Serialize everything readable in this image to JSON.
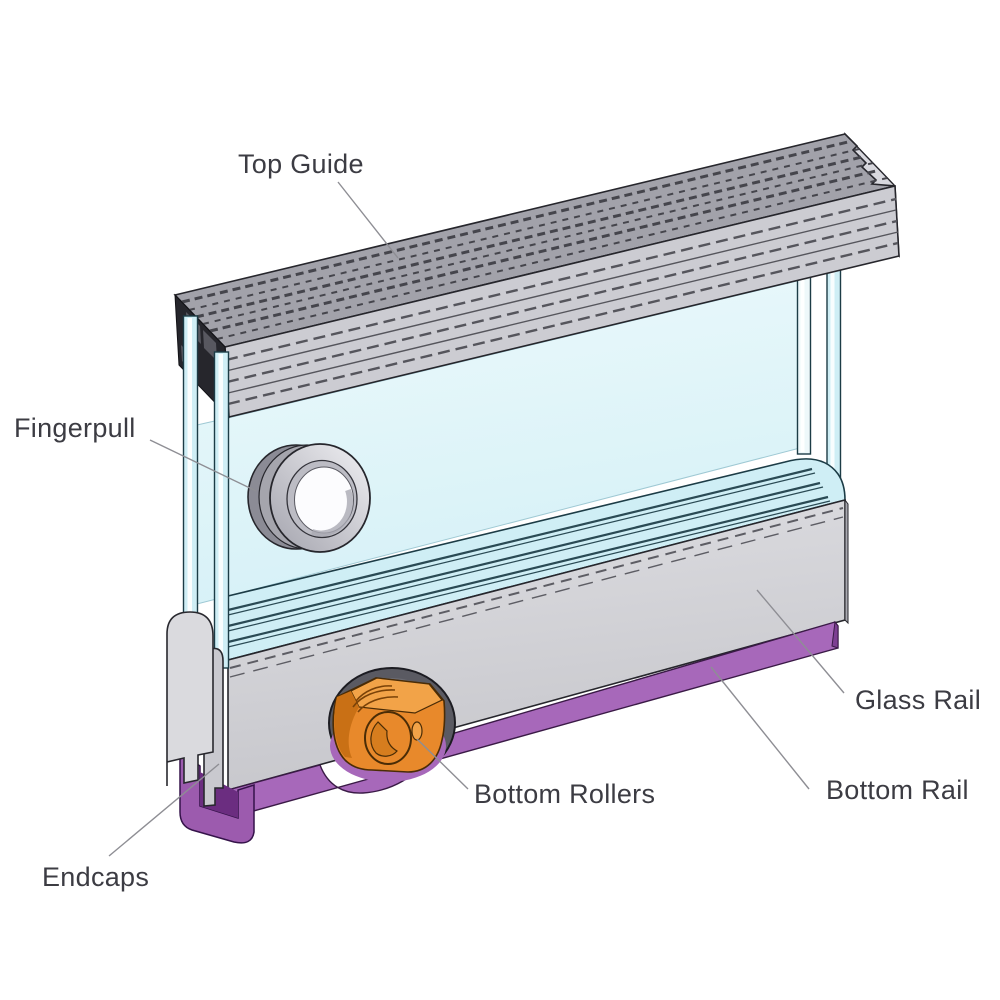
{
  "diagram": {
    "labels": {
      "top_guide": "Top Guide",
      "fingerpull": "Fingerpull",
      "endcaps": "Endcaps",
      "bottom_rollers": "Bottom Rollers",
      "glass_rail": "Glass Rail",
      "bottom_rail": "Bottom Rail"
    },
    "colors": {
      "glass": "#e2f6f9",
      "glass_edge_strip": "#cfeef5",
      "aluminum_top": "#a2a2aa",
      "aluminum_front": "#ccccd2",
      "aluminum_dark_end": "#26262c",
      "glass_rail_gray": "#d2d2d7",
      "bottom_rail_purple": "#a768ba",
      "bottom_rail_purple_dark": "#6e2f82",
      "roller_orange": "#e8892b",
      "roller_orange_light": "#f2a348",
      "endcap_gray": "#d9d9dd",
      "label_text": "#3c3c43",
      "leader_line": "#8e8e94"
    }
  }
}
